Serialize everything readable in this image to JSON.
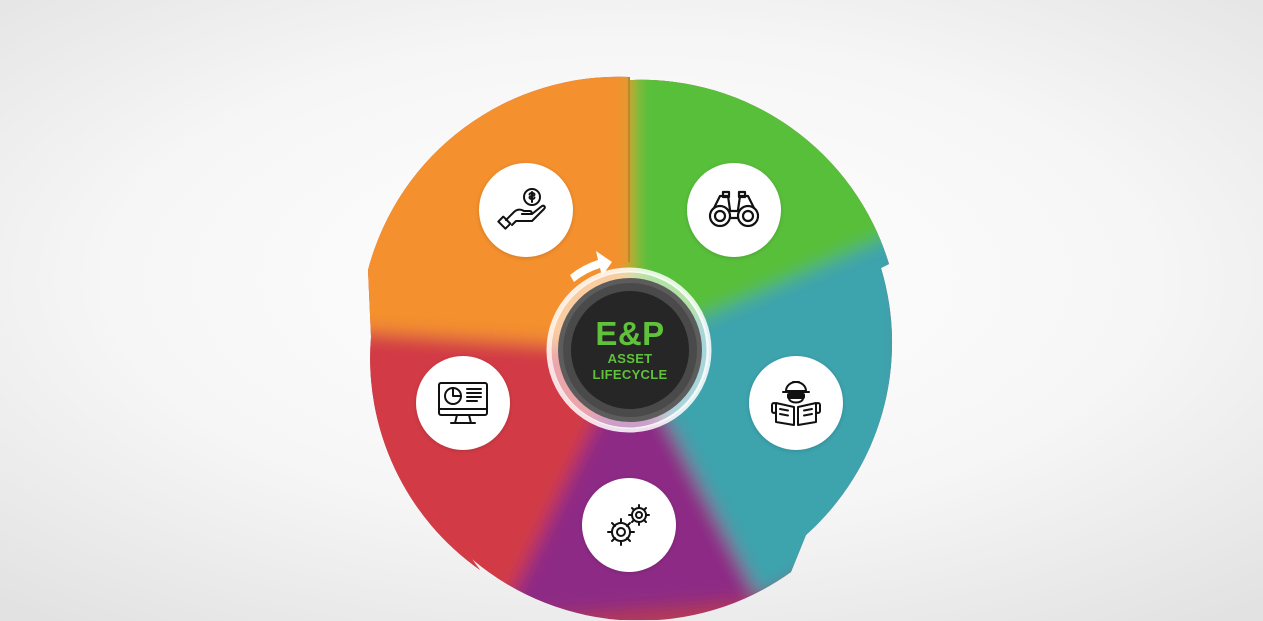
{
  "hub": {
    "title": "E&P",
    "subtitle_line1": "ASSET",
    "subtitle_line2": "LIFECYCLE"
  },
  "segments": [
    {
      "icon": "hand-dollar-icon",
      "color": "#f5922e"
    },
    {
      "icon": "binoculars-icon",
      "color": "#5cbf3a"
    },
    {
      "icon": "engineer-blueprint-icon",
      "color": "#3aa3b8"
    },
    {
      "icon": "gears-icon",
      "color": "#8a2c86"
    },
    {
      "icon": "monitor-chart-icon",
      "color": "#d63a3f"
    }
  ],
  "colors": {
    "accent_green": "#5fc23a",
    "hub_dark": "#262626"
  }
}
